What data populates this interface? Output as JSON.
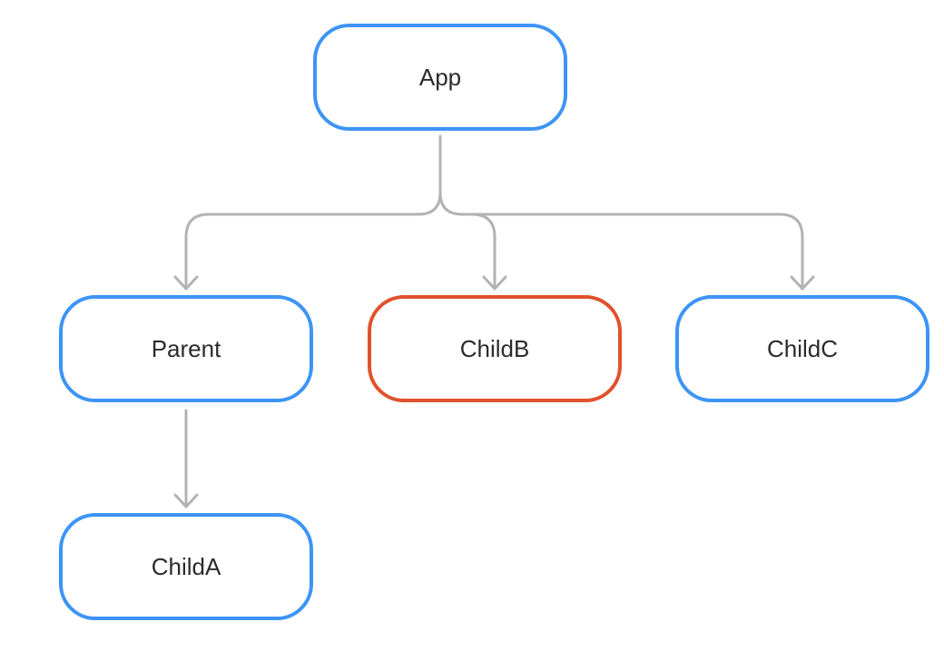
{
  "colors": {
    "node_default": "#3d94f6",
    "node_highlight": "#e0522c",
    "edge": "#b3b3b3",
    "text": "#2b2b2b"
  },
  "nodes": {
    "app": {
      "label": "App",
      "highlighted": false
    },
    "parent": {
      "label": "Parent",
      "highlighted": false
    },
    "childB": {
      "label": "ChildB",
      "highlighted": true
    },
    "childC": {
      "label": "ChildC",
      "highlighted": false
    },
    "childA": {
      "label": "ChildA",
      "highlighted": false
    }
  },
  "edges": [
    {
      "from": "App",
      "to": "Parent"
    },
    {
      "from": "App",
      "to": "ChildB"
    },
    {
      "from": "App",
      "to": "ChildC"
    },
    {
      "from": "Parent",
      "to": "ChildA"
    }
  ]
}
